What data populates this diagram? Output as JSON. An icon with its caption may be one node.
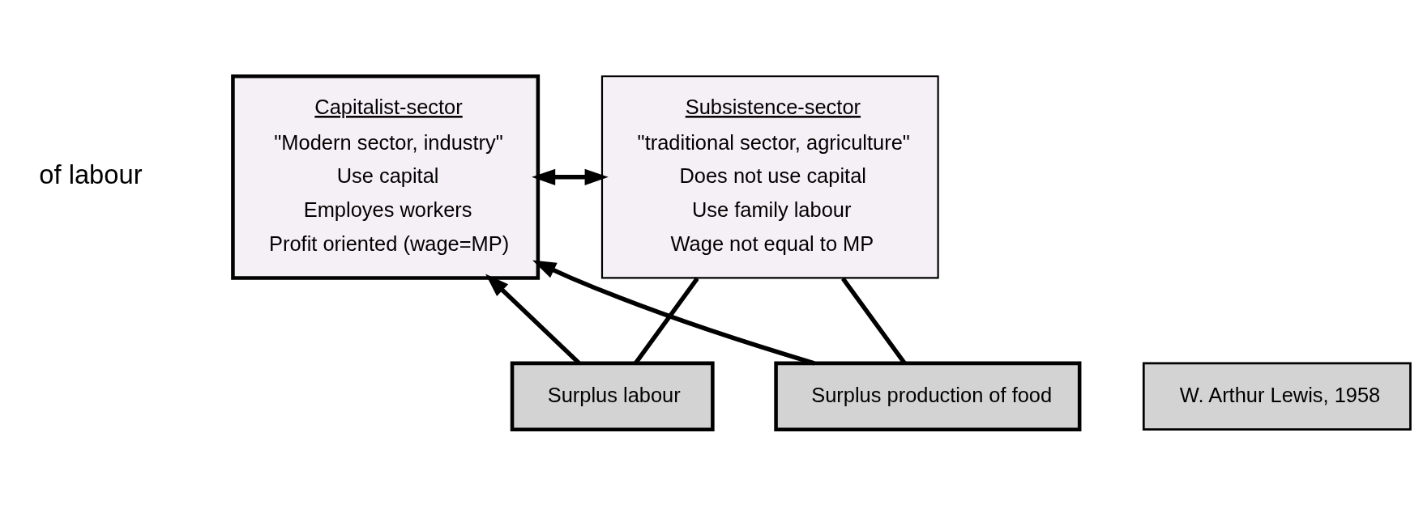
{
  "diagram": {
    "nodes": [
      {
        "text": [
          "Capitalist-sector",
          "\"Modern sector, industry\"",
          "Use capital",
          "Employes workers",
          "Profit oriented (wage=MP)"
        ]
      },
      {
        "text": [
          "Subsistence-sector",
          "\"traditional sector, agriculture\"",
          "Does not use capital",
          "Use family labour",
          "Wage not equal to MP"
        ]
      },
      {
        "text": [
          "W. Arthur Lewis, 1958"
        ]
      },
      {
        "text": [
          "Surplus labour"
        ]
      },
      {
        "text": [
          "Surplus production of food"
        ]
      }
    ],
    "edges": [
      {
        "from": 0,
        "to": 1,
        "arrow": "both"
      },
      {
        "from": 1,
        "to": 3,
        "arrow": "none"
      },
      {
        "from": 3,
        "to": 0,
        "arrow": "to"
      },
      {
        "from": 1,
        "to": 4,
        "arrow": "none"
      },
      {
        "from": 4,
        "to": 0,
        "arrow": "to"
      }
    ],
    "labels": [
      "of labour"
    ]
  }
}
